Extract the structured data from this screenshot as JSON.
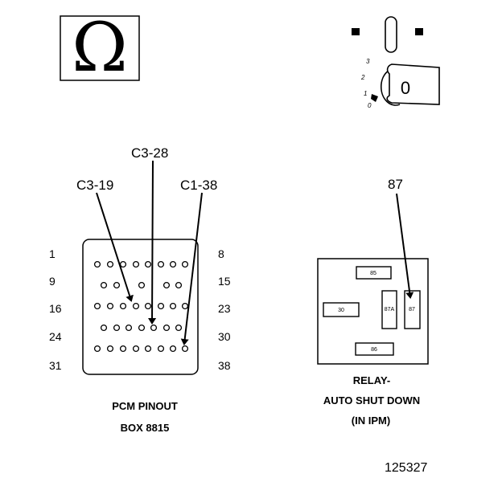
{
  "ohmmeter": {
    "symbol": "Ω"
  },
  "ignition": {
    "positions": [
      "3",
      "2",
      "1",
      "0"
    ],
    "key_label": "0"
  },
  "pcm": {
    "callouts": {
      "c3_28": "C3-28",
      "c3_19": "C3-19",
      "c1_38": "C1-38"
    },
    "row_numbers_left": [
      "1",
      "9",
      "16",
      "24",
      "31"
    ],
    "row_numbers_right": [
      "8",
      "15",
      "23",
      "30",
      "38"
    ],
    "caption_line1": "PCM PINOUT",
    "caption_line2": "BOX 8815"
  },
  "relay": {
    "callout": "87",
    "terminals": {
      "t85": "85",
      "t30": "30",
      "t87a": "87A",
      "t87": "87",
      "t86": "86"
    },
    "caption_line1": "RELAY-",
    "caption_line2": "AUTO SHUT DOWN",
    "caption_line3": "(IN IPM)"
  },
  "figure_number": "125327"
}
